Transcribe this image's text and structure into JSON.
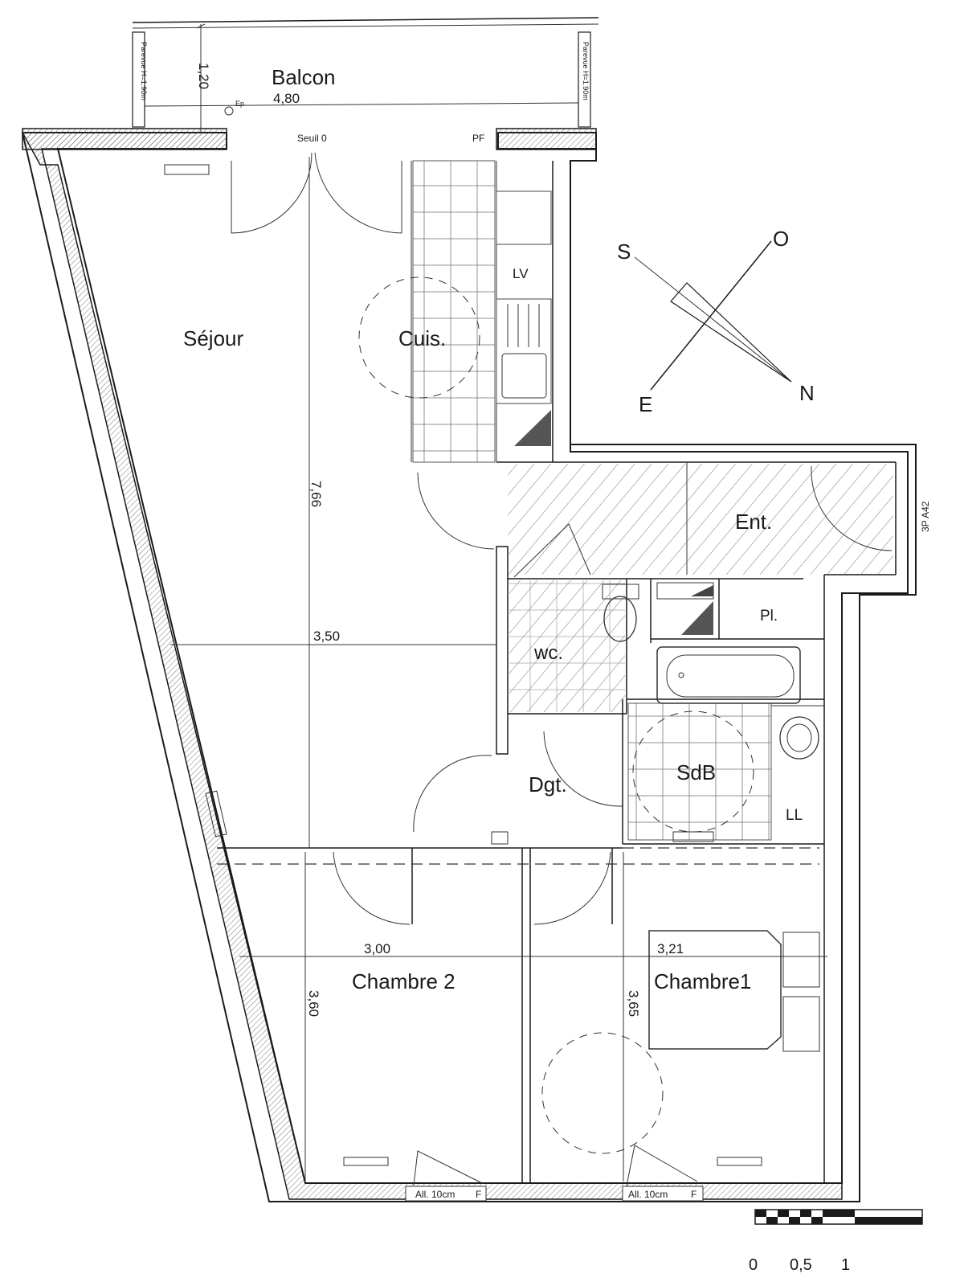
{
  "plan": {
    "rooms": {
      "balcon": "Balcon",
      "sejour": "Séjour",
      "cuisine": "Cuis.",
      "lave_vaisselle": "LV",
      "entree": "Ent.",
      "placard": "Pl.",
      "wc": "wc.",
      "degagement": "Dgt.",
      "salle_de_bain": "SdB",
      "lave_linge": "LL",
      "chambre2": "Chambre 2",
      "chambre1": "Chambre1"
    },
    "dimensions": {
      "balcon_width": "4,80",
      "balcon_depth": "1,20",
      "sejour_length": "7,66",
      "sejour_width": "3,50",
      "chambre2_width": "3,00",
      "chambre2_length": "3,60",
      "chambre1_width": "3,21",
      "chambre1_length": "3,65"
    },
    "annotations": {
      "seuil": "Seuil 0",
      "porte_fenetre": "PF",
      "pare_vue_left": "Parevue H=1.90m",
      "pare_vue_right": "Parevue H=1.90m",
      "ep": "Ep",
      "allege_1": "All. 10cm",
      "allege_1_f": "F",
      "allege_2": "All. 10cm",
      "allege_2_f": "F",
      "reference": "3P A42"
    },
    "compass": {
      "north": "N",
      "south": "S",
      "east": "E",
      "west": "O"
    },
    "scale": {
      "labels": [
        "0",
        "0,5",
        "1"
      ]
    }
  }
}
